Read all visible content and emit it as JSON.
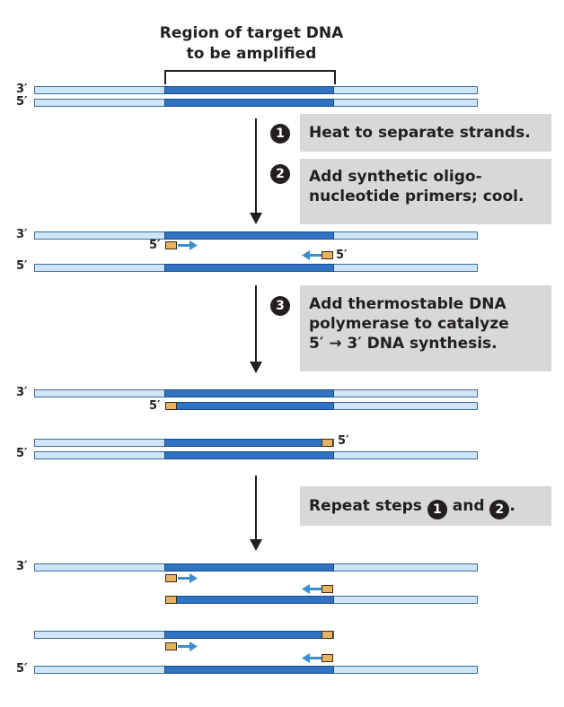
{
  "title": {
    "line1": "Region of target DNA",
    "line2": "to be amplified"
  },
  "labels": {
    "three_prime": "3′",
    "five_prime": "5′"
  },
  "steps": [
    {
      "number": "1",
      "text": "Heat to separate strands."
    },
    {
      "number": "2",
      "text_line1": "Add synthetic oligo-",
      "text_line2": "nucleotide primers; cool."
    },
    {
      "number": "3",
      "text_line1": "Add thermostable DNA",
      "text_line2": "polymerase to catalyze",
      "text_line3": "5′ → 3′ DNA synthesis."
    }
  ],
  "repeat": {
    "prefix": "Repeat steps",
    "step_a": "1",
    "conjunction": "and",
    "step_b": "2",
    "suffix": "."
  },
  "colors": {
    "template_strand": "#cfe4f7",
    "target_region": "#2f73c2",
    "primer": "#e9b260",
    "primer_arrow": "#3b8fd0",
    "step_box": "#d8d8d8"
  }
}
